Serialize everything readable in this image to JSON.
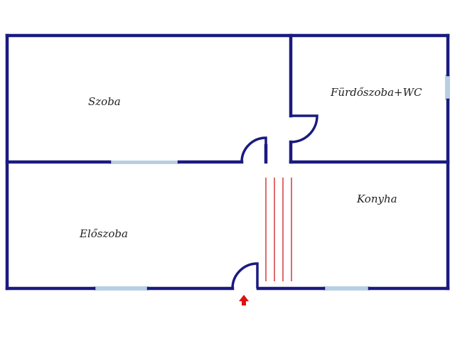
{
  "rooms": {
    "szoba": "Szoba",
    "furdoszoba": "Fürdőszoba+WC",
    "konyha": "Konyha",
    "eloszoba": "Előszoba"
  },
  "colors": {
    "wall": "#1a1a80",
    "window": "#b7cfe3",
    "stairs": "#d11a1a",
    "entrance_arrow": "#e01010",
    "background": "#ffffff"
  },
  "icons": {
    "entrance": "entrance-arrow-icon"
  }
}
